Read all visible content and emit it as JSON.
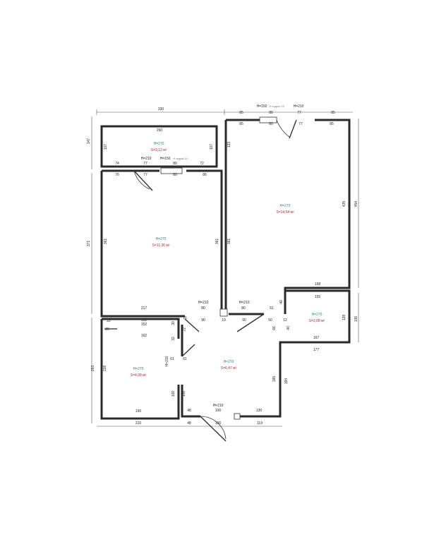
{
  "rooms": [
    {
      "h": "H=270",
      "s": "S=3,12 м²"
    },
    {
      "h": "H=270",
      "s": "S=11,36 м²"
    },
    {
      "h": "H=270",
      "s": "S=14,64 м²"
    },
    {
      "h": "H=270",
      "s": "S=2,08 м²"
    },
    {
      "h": "H=270",
      "s": "S=6,47 м²"
    },
    {
      "h": "H=270",
      "s": "S=4,08 м²"
    }
  ],
  "dims": {
    "top_total": "330",
    "top_right": [
      "85",
      "H=150",
      "80",
      "H=210",
      "77",
      "85"
    ],
    "top_right_note": "H подок=75",
    "top_right_inner": [
      "85",
      "80",
      "77",
      "85"
    ],
    "balcony_width": "260",
    "balcony_left": "107",
    "balcony_right": "107",
    "balcony_outer_left": "147",
    "balcony_lower": [
      "74",
      "77",
      "80",
      "72"
    ],
    "balcony_door_h": "H=210",
    "balcony_win_h": "H=150",
    "balcony_note": "H подок=11",
    "room1_top": [
      "76",
      "77",
      "80",
      "86"
    ],
    "room1_left": "361",
    "room1_right": "361",
    "room1_outer_left": "371",
    "room1_bottom": "217",
    "room2_right_inner": "435",
    "room2_right_outer": "454",
    "room2_top_inner": "133",
    "room2_bottom": "168",
    "corridor_h1": "H=210",
    "corridor_h2": "H=210",
    "corridor_80a": "80",
    "corridor_80b": "80",
    "corridor_90a": "90",
    "corridor_90b": "90",
    "corridor_19": "19",
    "corridor_40": "40",
    "bath_155": "155",
    "bath_50": "50",
    "bath_12": "12",
    "bath_61": "61",
    "bath_128": "128",
    "bath_136": "136",
    "bath_66": "66",
    "bath_40b": "40",
    "bath_167": "167",
    "bath_177": "177",
    "wc_162a": "162",
    "wc_152": "152",
    "wc_162b": "162",
    "wc_22": "22",
    "wc_26": "26",
    "wc_30": "30",
    "wc_16": "16",
    "wc_72": "72",
    "wc_32": "32",
    "hall_h_door": "H=210",
    "hall_61a": "61",
    "hall_61b": "61",
    "hall_185": "185",
    "hall_184": "184",
    "hall_100a": "100",
    "hall_100b": "100",
    "hall_100c": "100",
    "hall_h_entry": "H=210",
    "hall_130": "130",
    "hall_48a": "48",
    "hall_48b": "48",
    "bottom_210": "210",
    "bottom_100": "100",
    "bottom_119": "119",
    "left_room_228": "228",
    "left_room_190": "190",
    "left_outer_263": "263",
    "left_room_100": "100"
  }
}
